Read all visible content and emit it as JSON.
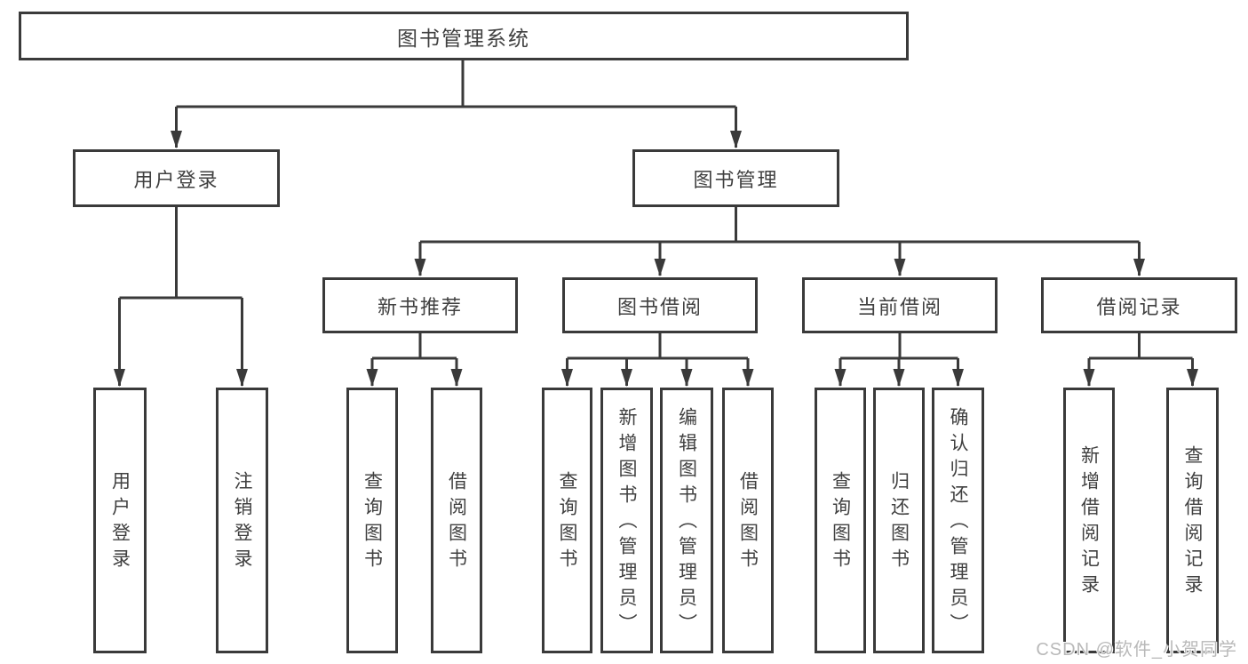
{
  "diagram": {
    "root_label": "图书管理系统",
    "branches": [
      {
        "label": "用户登录",
        "children": [
          {
            "label": "用户登录"
          },
          {
            "label": "注销登录"
          }
        ]
      },
      {
        "label": "图书管理",
        "children": [
          {
            "label": "新书推荐",
            "children": [
              {
                "label": "查询图书"
              },
              {
                "label": "借阅图书"
              }
            ]
          },
          {
            "label": "图书借阅",
            "children": [
              {
                "label": "查询图书"
              },
              {
                "label": "新增图书（管理员）"
              },
              {
                "label": "编辑图书（管理员）"
              },
              {
                "label": "借阅图书"
              }
            ]
          },
          {
            "label": "当前借阅",
            "children": [
              {
                "label": "查询图书"
              },
              {
                "label": "归还图书"
              },
              {
                "label": "确认归还（管理员）"
              }
            ]
          },
          {
            "label": "借阅记录",
            "children": [
              {
                "label": "新增借阅记录"
              },
              {
                "label": "查询借阅记录"
              }
            ]
          }
        ]
      }
    ],
    "watermark": "CSDN @软件_小贺同学",
    "colors": {
      "line": "#3a3a3a",
      "text": "#404040",
      "box_background": "#ffffff",
      "watermark": "#b9b9b9"
    }
  }
}
